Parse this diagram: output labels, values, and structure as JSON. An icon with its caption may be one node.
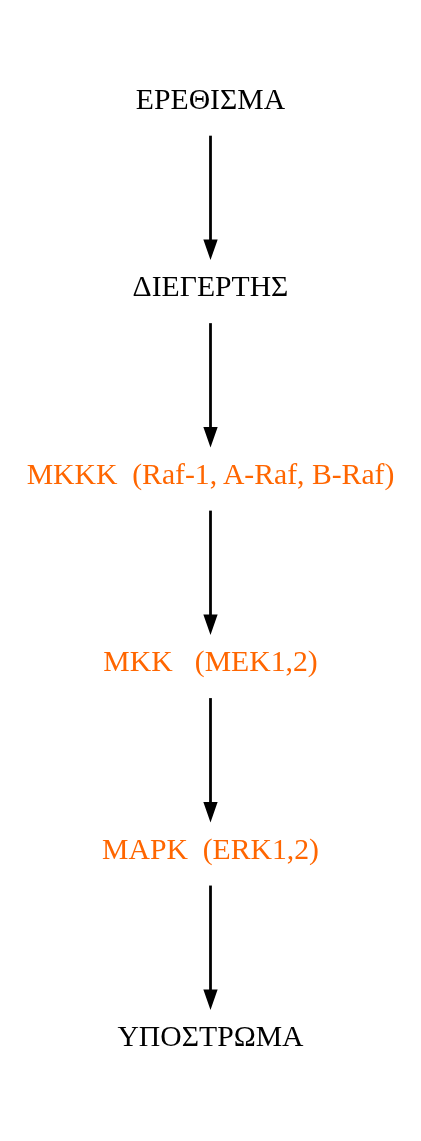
{
  "diagram": {
    "nodes": [
      {
        "text": [
          "ΕΡΕΘΙΣΜΑ"
        ]
      },
      {
        "text": [
          "ΔΙΕΓΕΡΤΗΣ"
        ]
      },
      {
        "text": [
          "MKKK  (Raf-1, A-Raf, B-Raf)"
        ]
      },
      {
        "text": [
          "MKK   (MEK1,2)"
        ]
      },
      {
        "text": [
          "MAPK  (ERK1,2)"
        ]
      },
      {
        "text": [
          "ΥΠΟΣΤΡΩΜΑ"
        ]
      }
    ],
    "edges": [
      {
        "from": 0,
        "to": 1,
        "arrow": "to"
      },
      {
        "from": 1,
        "to": 2,
        "arrow": "to"
      },
      {
        "from": 2,
        "to": 3,
        "arrow": "to"
      },
      {
        "from": 3,
        "to": 4,
        "arrow": "to"
      },
      {
        "from": 4,
        "to": 5,
        "arrow": "to"
      }
    ]
  }
}
